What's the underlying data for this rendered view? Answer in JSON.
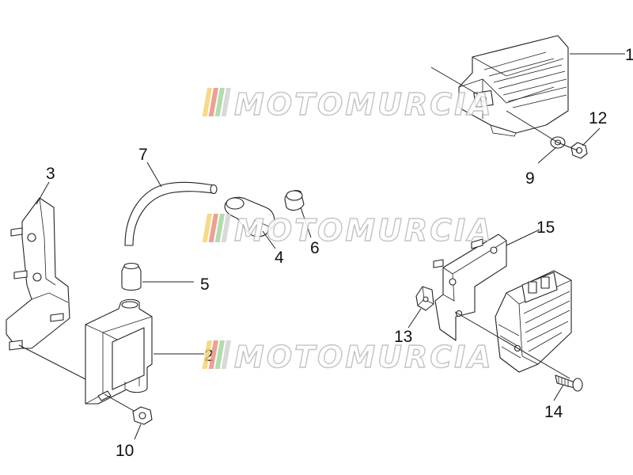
{
  "watermark": {
    "text": "MOTOMURCIA",
    "stripe_colors": [
      "#f2d16a",
      "#e88a78",
      "#9fd39a",
      "#cfcfcf"
    ]
  },
  "part_numbers": [
    {
      "id": "1",
      "label": "1"
    },
    {
      "id": "2",
      "label": "2"
    },
    {
      "id": "3",
      "label": "3"
    },
    {
      "id": "4",
      "label": "4"
    },
    {
      "id": "5",
      "label": "5"
    },
    {
      "id": "6",
      "label": "6"
    },
    {
      "id": "7",
      "label": "7"
    },
    {
      "id": "9",
      "label": "9"
    },
    {
      "id": "10",
      "label": "10"
    },
    {
      "id": "12",
      "label": "12"
    },
    {
      "id": "13",
      "label": "13"
    },
    {
      "id": "14",
      "label": "14"
    },
    {
      "id": "15",
      "label": "15"
    }
  ]
}
